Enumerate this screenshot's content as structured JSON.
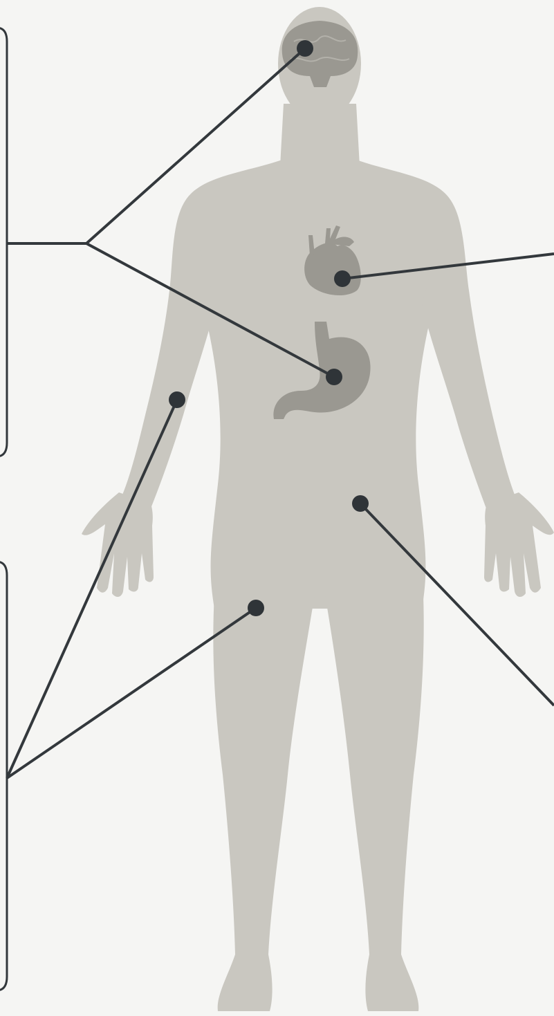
{
  "colors": {
    "background": "#f5f5f3",
    "body": "#c9c7c0",
    "organ": "#9a9891",
    "organ_detail": "#b3b1aa",
    "line": "#33383c",
    "dot": "#2f3438"
  },
  "organs": [
    {
      "name": "brain",
      "icon": "brain-icon"
    },
    {
      "name": "heart",
      "icon": "heart-icon"
    },
    {
      "name": "stomach",
      "icon": "stomach-icon"
    }
  ],
  "callout_points": [
    {
      "target": "brain"
    },
    {
      "target": "heart"
    },
    {
      "target": "stomach"
    },
    {
      "target": "forearm"
    },
    {
      "target": "lower-abdomen"
    },
    {
      "target": "thigh"
    }
  ],
  "panels": [
    {
      "side": "left",
      "position": "upper"
    },
    {
      "side": "left",
      "position": "lower"
    }
  ]
}
